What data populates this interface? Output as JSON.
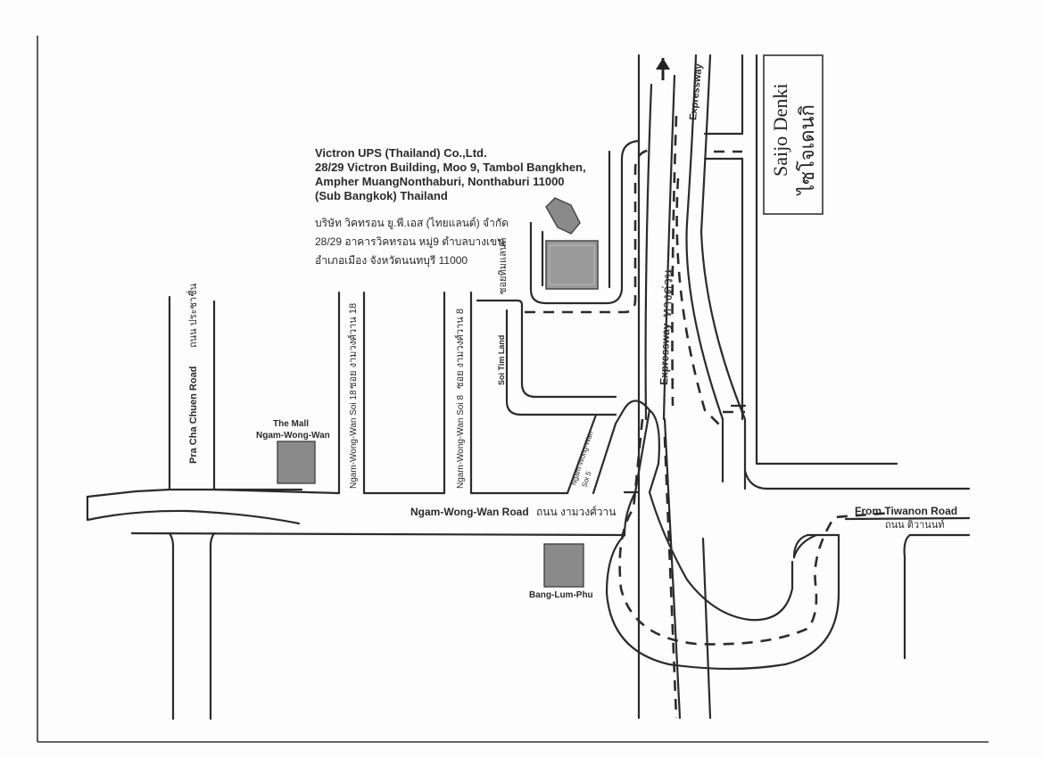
{
  "company": {
    "name_en": "Victron UPS (Thailand) Co.,Ltd.",
    "address_en_1": "28/29 Victron Building, Moo 9, Tambol Bangkhen,",
    "address_en_2": "Ampher MuangNonthaburi, Nonthaburi 11000",
    "address_en_3": "(Sub Bangkok) Thailand",
    "name_th": "บริษัท วิคทรอน ยู.พี.เอส (ไทยแลนด์) จำกัด",
    "address_th_1": "28/29 อาคารวิคทรอน หมู่9 ตำบลบางเขน",
    "address_th_2": "อำเภอเมือง จังหวัดนนทบุรี 11000"
  },
  "roads": {
    "pra_cha_chuen_en": "Pra Cha Chuen Road",
    "pra_cha_chuen_th": "ถนน ประชาชื่น",
    "soi18_en": "Ngam-Wong-Wan Soi 18",
    "soi18_th": "ซอย งามวงศ์วาน 18",
    "soi8_en": "Ngam-Wong-Wan Soi 8",
    "soi8_th": "ซอย งามวงศ์วาน 8",
    "soi_tim_land_en": "Soi Tim Land",
    "soi_tim_land_th": "ซอยทิมแลนด์",
    "soi5_en_1": "Ngam-Wong-Wan",
    "soi5_en_2": "Soi 5",
    "ngam_wong_wan_en": "Ngam-Wong-Wan Road",
    "ngam_wong_wan_th": "ถนน งามวงศ์วาน",
    "tiwanon_en": "From Tiwanon Road",
    "tiwanon_th": "ถนน ติวานนท์",
    "expressway_top": "Expressway",
    "expressway_main_en": "Expressway",
    "expressway_main_th": "ทางด่วน"
  },
  "landmarks": {
    "the_mall_1": "The Mall",
    "the_mall_2": "Ngam-Wong-Wan",
    "bang_lum_phu": "Bang-Lum-Phu",
    "saijo_en": "Saijo Denki",
    "saijo_th": "ไซโจเดนกิ"
  }
}
